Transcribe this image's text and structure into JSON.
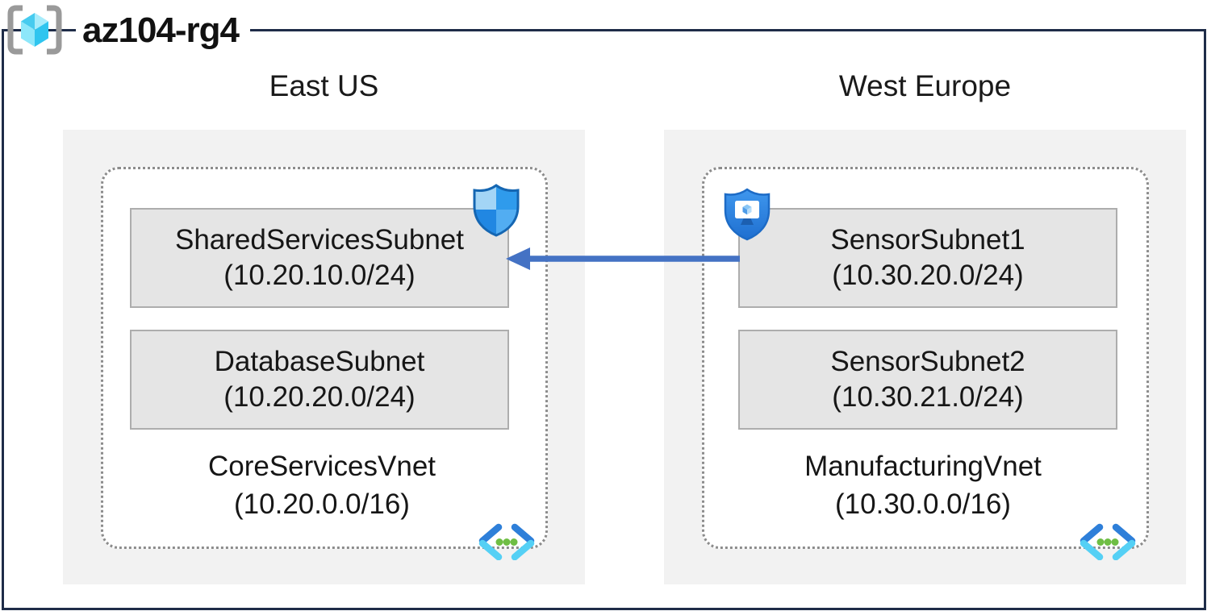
{
  "resource_group": {
    "name": "az104-rg4"
  },
  "regions": [
    {
      "label": "East US",
      "vnet": {
        "name": "CoreServicesVnet",
        "cidr": "(10.20.0.0/16)",
        "subnets": [
          {
            "name": "SharedServicesSubnet",
            "cidr": "(10.20.10.0/24)"
          },
          {
            "name": "DatabaseSubnet",
            "cidr": "(10.20.20.0/24)"
          }
        ]
      }
    },
    {
      "label": "West Europe",
      "vnet": {
        "name": "ManufacturingVnet",
        "cidr": "(10.30.0.0/16)",
        "subnets": [
          {
            "name": "SensorSubnet1",
            "cidr": "(10.30.20.0/24)"
          },
          {
            "name": "SensorSubnet2",
            "cidr": "(10.30.21.0/24)"
          }
        ]
      }
    }
  ],
  "connections": [
    {
      "from": "SensorSubnet1",
      "to": "SharedServicesSubnet",
      "direction": "left",
      "color": "#4472C4"
    }
  ],
  "icons": {
    "resource_group": "resource-group-cube-brackets-icon",
    "nsg": "network-security-group-shield-icon",
    "protected_host": "shield-monitor-icon",
    "vnet": "virtual-network-chevrons-icon"
  },
  "colors": {
    "frame": "#1E2C48",
    "region_bg": "#F2F2F2",
    "subnet_bg": "#E5E5E5",
    "subnet_border": "#ADADAD",
    "dotted_border": "#8C8C8C",
    "arrow": "#4472C4",
    "vnet_icon_blue": "#2E7FD9",
    "vnet_icon_cyan": "#55D0F5",
    "vnet_icon_green": "#6FBE44",
    "cube_cyan_dark": "#2FC5EF",
    "cube_cyan_light": "#A7ECFB",
    "shield_blue": "#2E86E2"
  }
}
